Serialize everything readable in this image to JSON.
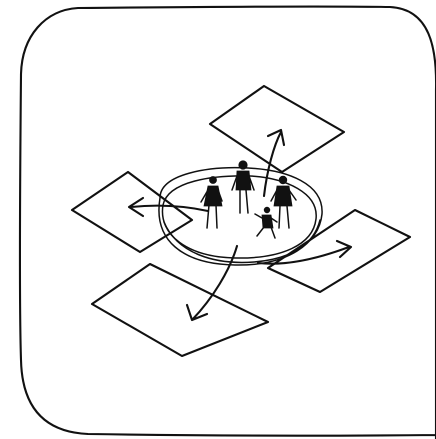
{
  "diagram": {
    "illustration": "people-dispersing-from-central-platform",
    "colors": {
      "ink": "#111111",
      "background": "#ffffff"
    },
    "elements": [
      "frame",
      "central-platform",
      "people-group",
      "tile-top",
      "tile-left",
      "tile-right",
      "tile-bottom-left",
      "arrow-top",
      "arrow-left",
      "arrow-right",
      "arrow-bottom"
    ]
  }
}
